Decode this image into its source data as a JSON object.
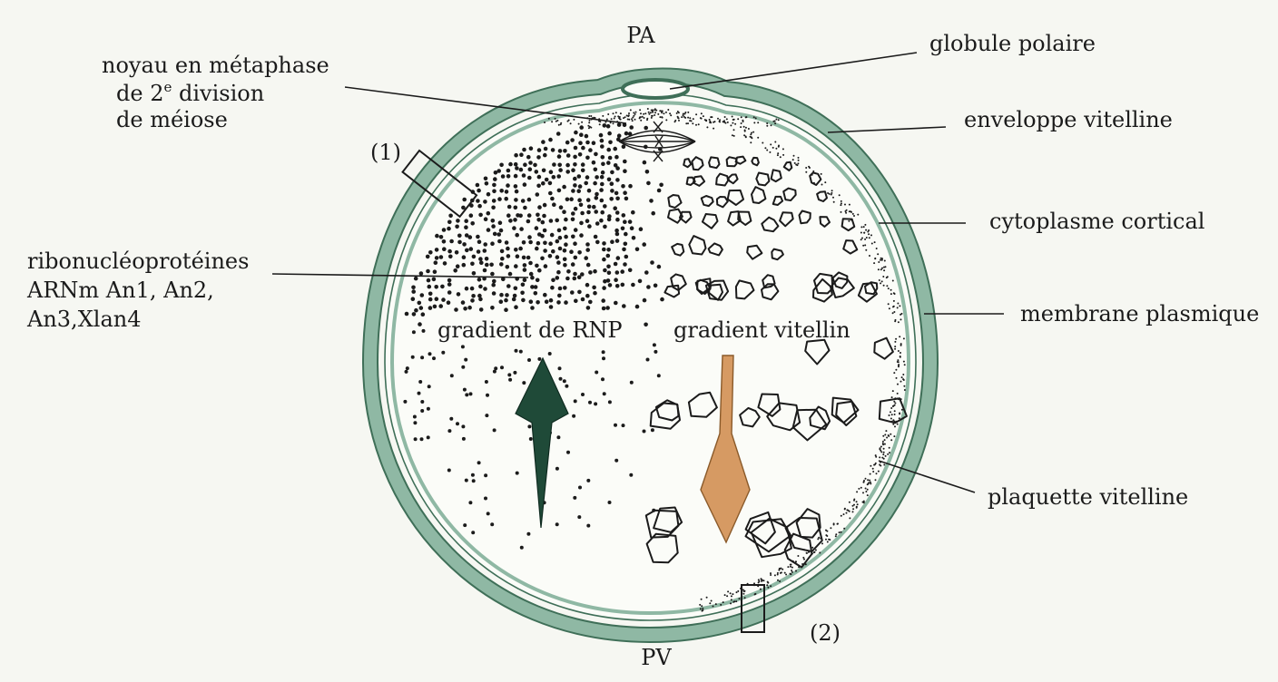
{
  "labels": {
    "pole_animal": "PA",
    "pole_vegetal": "PV",
    "globule": "globule polaire",
    "enveloppe": "enveloppe vitelline",
    "cytoplasme": "cytoplasme cortical",
    "membrane": "membrane plasmique",
    "plaquette": "plaquette vitelline",
    "noyau_l1": "noyau en métaphase",
    "noyau_l2_pre": "de 2",
    "noyau_l2_sup": "e",
    "noyau_l2_post": " division",
    "noyau_l3": "de méiose",
    "rnp_l1": "ribonucléoprotéines",
    "rnp_l2": "ARNm An1, An2,",
    "rnp_l3": "An3,Xlan4",
    "gradient_rnp": "gradient de RNP",
    "gradient_vitellin": "gradient vitellin",
    "box1": "(1)",
    "box2": "(2)"
  },
  "colors": {
    "envelope": "#8fb8a4",
    "envelope_edge": "#3f6f58",
    "rnp_arrow": "#1f4a38",
    "vitellin_arrow": "#d69a63"
  }
}
